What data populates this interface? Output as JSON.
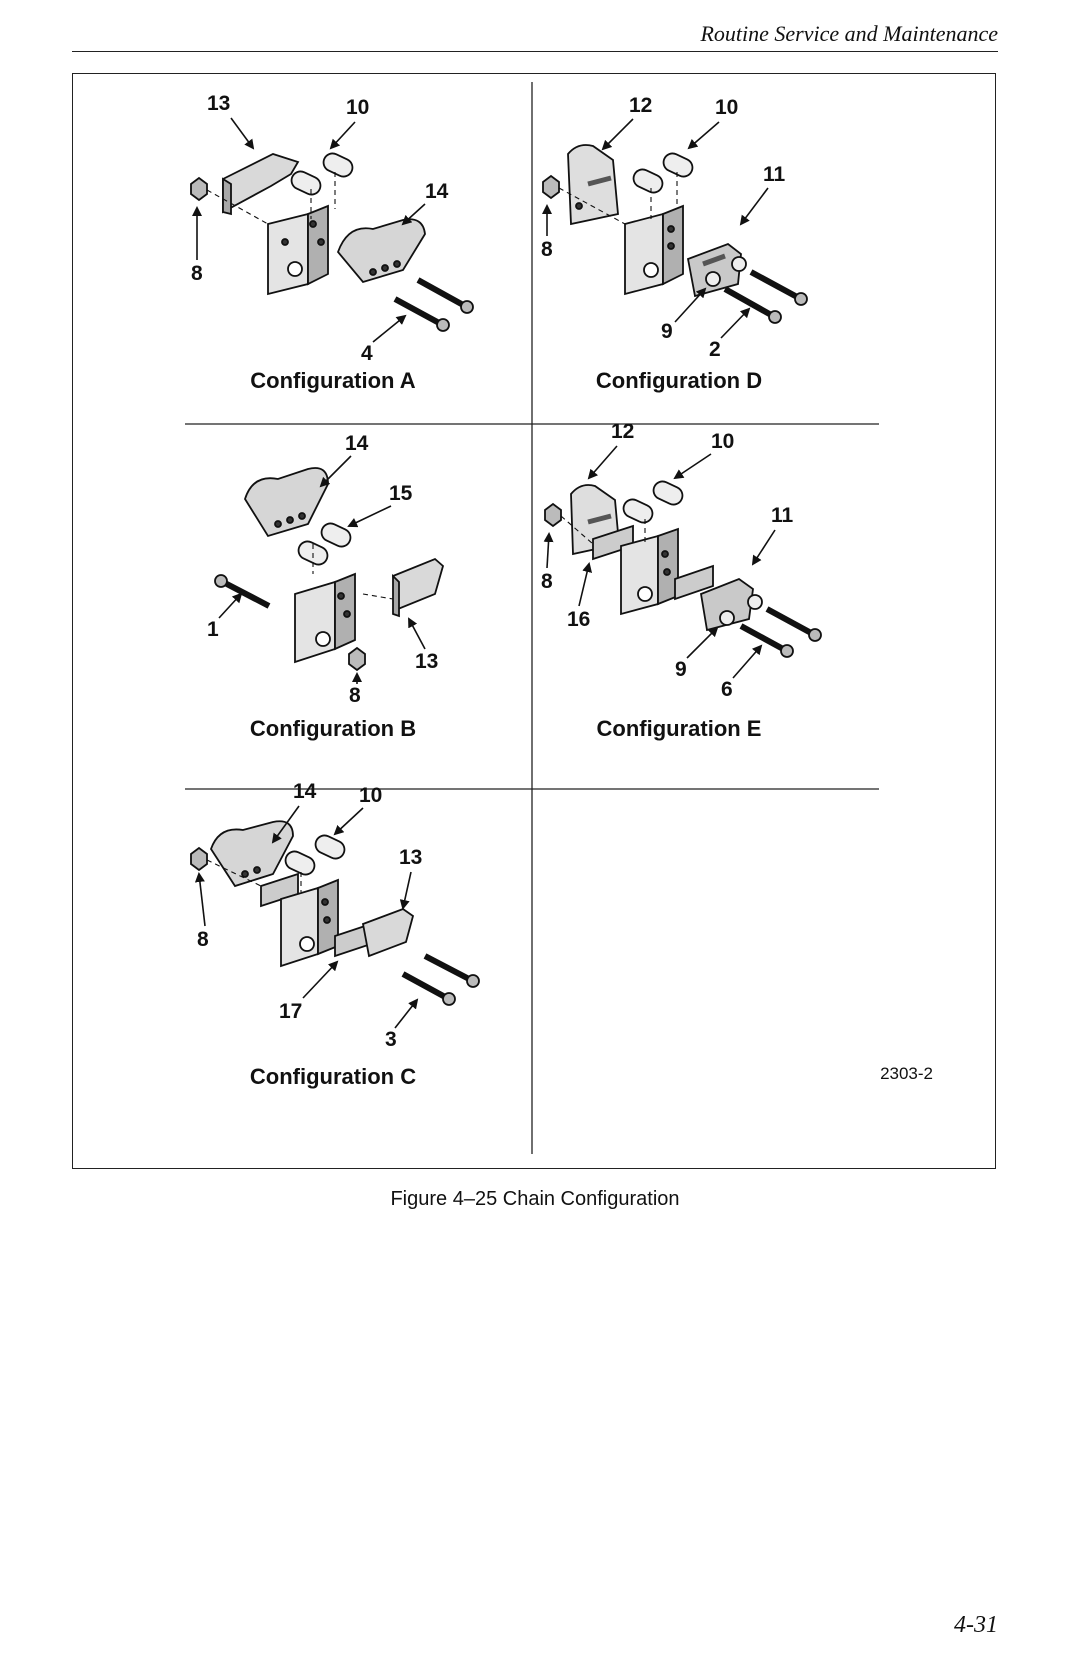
{
  "header": {
    "title": "Routine Service and Maintenance"
  },
  "figure": {
    "code": "2303-2",
    "caption": "Figure 4–25 Chain Configuration",
    "configurations": [
      {
        "id": "A",
        "label": "Configuration A",
        "callouts": [
          "13",
          "10",
          "14",
          "8",
          "4"
        ]
      },
      {
        "id": "D",
        "label": "Configuration D",
        "callouts": [
          "12",
          "10",
          "11",
          "8",
          "9",
          "2"
        ]
      },
      {
        "id": "B",
        "label": "Configuration B",
        "callouts": [
          "14",
          "15",
          "1",
          "13",
          "8"
        ]
      },
      {
        "id": "E",
        "label": "Configuration E",
        "callouts": [
          "12",
          "10",
          "11",
          "8",
          "16",
          "9",
          "6"
        ]
      },
      {
        "id": "C",
        "label": "Configuration C",
        "callouts": [
          "14",
          "10",
          "13",
          "8",
          "17",
          "3"
        ]
      }
    ]
  },
  "page": {
    "number": "4-31"
  }
}
